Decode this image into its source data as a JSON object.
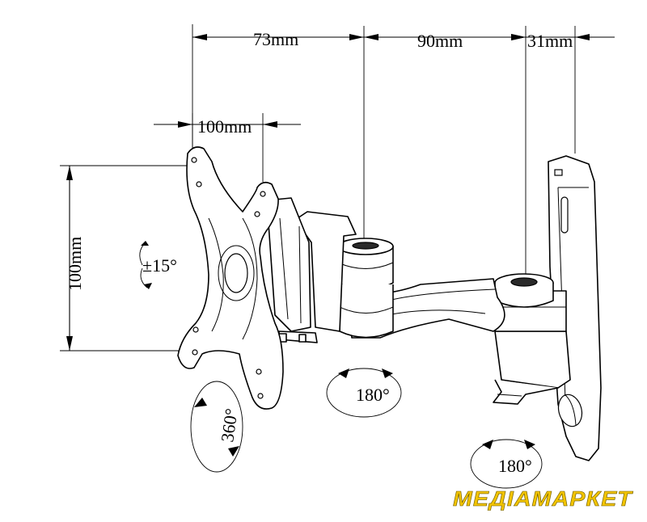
{
  "dimensions": {
    "arm_inner": "73mm",
    "arm_outer": "90mm",
    "wall_depth": "31mm",
    "vesa_horizontal": "100mm",
    "vesa_vertical": "100mm"
  },
  "rotations": {
    "tilt": "±15°",
    "swivel_plate": "360°",
    "pan_arm": "180°",
    "pan_wall": "180°"
  },
  "logo": {
    "text": "МЕДІАМАРКЕТ",
    "color": "#f2c400"
  }
}
